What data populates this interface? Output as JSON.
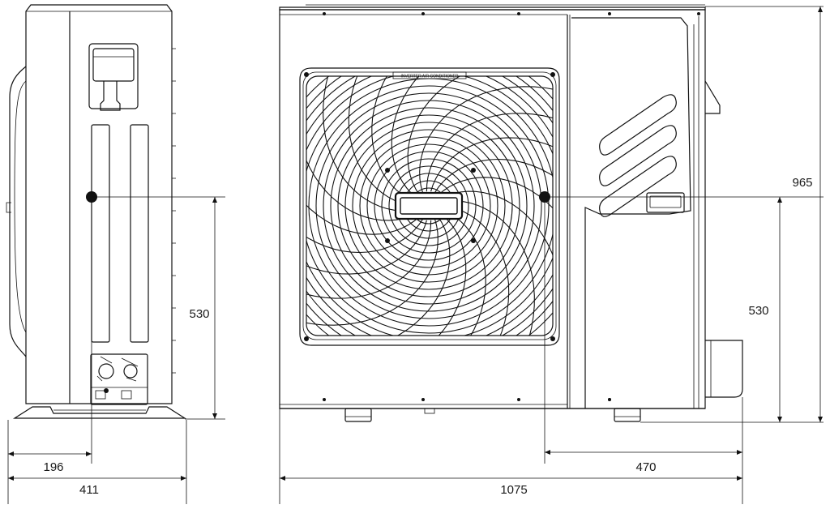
{
  "drawing": {
    "label_plate": "INVERTER AIR CONDITIONER",
    "dimensions": {
      "side_offset": "196",
      "side_depth": "411",
      "side_height": "530",
      "front_height": "530",
      "front_total_height": "965",
      "front_offset": "470",
      "front_width": "1075"
    }
  }
}
